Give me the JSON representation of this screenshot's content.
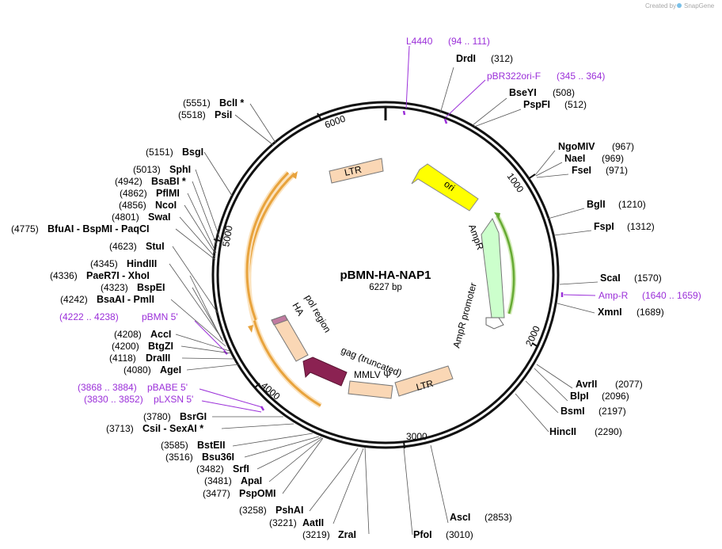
{
  "credit": {
    "text": "Created by",
    "brand": "SnapGene"
  },
  "plasmid": {
    "name": "pBMN-HA-NAP1",
    "size_label": "6227 bp"
  },
  "ticks": [
    "1000",
    "2000",
    "3000",
    "4000",
    "5000",
    "6000"
  ],
  "sites": [
    {
      "name": "DrdI",
      "pos": "(312)"
    },
    {
      "name": "BseYI",
      "pos": "(508)"
    },
    {
      "name": "PspFI",
      "pos": "(512)"
    },
    {
      "name": "NgoMIV",
      "pos": "(967)"
    },
    {
      "name": "NaeI",
      "pos": "(969)"
    },
    {
      "name": "FseI",
      "pos": "(971)"
    },
    {
      "name": "BglI",
      "pos": "(1210)"
    },
    {
      "name": "FspI",
      "pos": "(1312)"
    },
    {
      "name": "ScaI",
      "pos": "(1570)"
    },
    {
      "name": "XmnI",
      "pos": "(1689)"
    },
    {
      "name": "AvrII",
      "pos": "(2077)"
    },
    {
      "name": "BlpI",
      "pos": "(2096)"
    },
    {
      "name": "BsmI",
      "pos": "(2197)"
    },
    {
      "name": "HincII",
      "pos": "(2290)"
    },
    {
      "name": "AscI",
      "pos": "(2853)"
    },
    {
      "name": "PfoI",
      "pos": "(3010)"
    },
    {
      "name": "ZraI",
      "pos": "(3219)"
    },
    {
      "name": "AatII",
      "pos": "(3221)"
    },
    {
      "name": "PshAI",
      "pos": "(3258)"
    },
    {
      "name": "PspOMI",
      "pos": "(3477)"
    },
    {
      "name": "ApaI",
      "pos": "(3481)"
    },
    {
      "name": "SrfI",
      "pos": "(3482)"
    },
    {
      "name": "Bsu36I",
      "pos": "(3516)"
    },
    {
      "name": "BstEII",
      "pos": "(3585)"
    },
    {
      "name": "CsiI - SexAI *",
      "pos": "(3713)"
    },
    {
      "name": "BsrGI",
      "pos": "(3780)"
    },
    {
      "name": "AgeI",
      "pos": "(4080)"
    },
    {
      "name": "DraIII",
      "pos": "(4118)"
    },
    {
      "name": "BtgZI",
      "pos": "(4200)"
    },
    {
      "name": "AccI",
      "pos": "(4208)"
    },
    {
      "name": "BsaAI - PmlI",
      "pos": "(4242)"
    },
    {
      "name": "BspEI",
      "pos": "(4323)"
    },
    {
      "name": "PaeR7I - XhoI",
      "pos": "(4336)"
    },
    {
      "name": "HindIII",
      "pos": "(4345)"
    },
    {
      "name": "StuI",
      "pos": "(4623)"
    },
    {
      "name": "BfuAI - BspMI - PaqCI",
      "pos": "(4775)"
    },
    {
      "name": "SwaI",
      "pos": "(4801)"
    },
    {
      "name": "NcoI",
      "pos": "(4856)"
    },
    {
      "name": "PflMI",
      "pos": "(4862)"
    },
    {
      "name": "BsaBI *",
      "pos": "(4942)"
    },
    {
      "name": "SphI",
      "pos": "(5013)"
    },
    {
      "name": "BsgI",
      "pos": "(5151)"
    },
    {
      "name": "PsiI",
      "pos": "(5518)"
    },
    {
      "name": "BclI *",
      "pos": "(5551)"
    }
  ],
  "primers": [
    {
      "name": "L4440",
      "range": "(94 .. 111)"
    },
    {
      "name": "pBR322ori-F",
      "range": "(345 .. 364)"
    },
    {
      "name": "Amp-R",
      "range": "(1640 .. 1659)"
    },
    {
      "name": "pBMN 5'",
      "range": "(4222 .. 4238)"
    },
    {
      "name": "pBABE 5'",
      "range": "(3868 .. 3884)"
    },
    {
      "name": "pLXSN 5'",
      "range": "(3830 .. 3852)"
    }
  ],
  "features": {
    "ori": "ori",
    "ampr": "AmpR",
    "ampr_promoter": "AmpR promoter",
    "ltr_top": "LTR",
    "ltr_bottom": "LTR",
    "gag": "gag (truncated)",
    "mmlv": "MMLV Ψ",
    "ha": "HA",
    "pol": "pol region"
  },
  "colors": {
    "ori": "#ffff00",
    "ampr": "#ccffcc",
    "ltr": "#fad7b5",
    "gag": "#8b2252",
    "ha": "#fad7b5",
    "primer": "#9b30d9",
    "orange_arc": "#e8a33d",
    "green_arc": "#66aa33"
  }
}
